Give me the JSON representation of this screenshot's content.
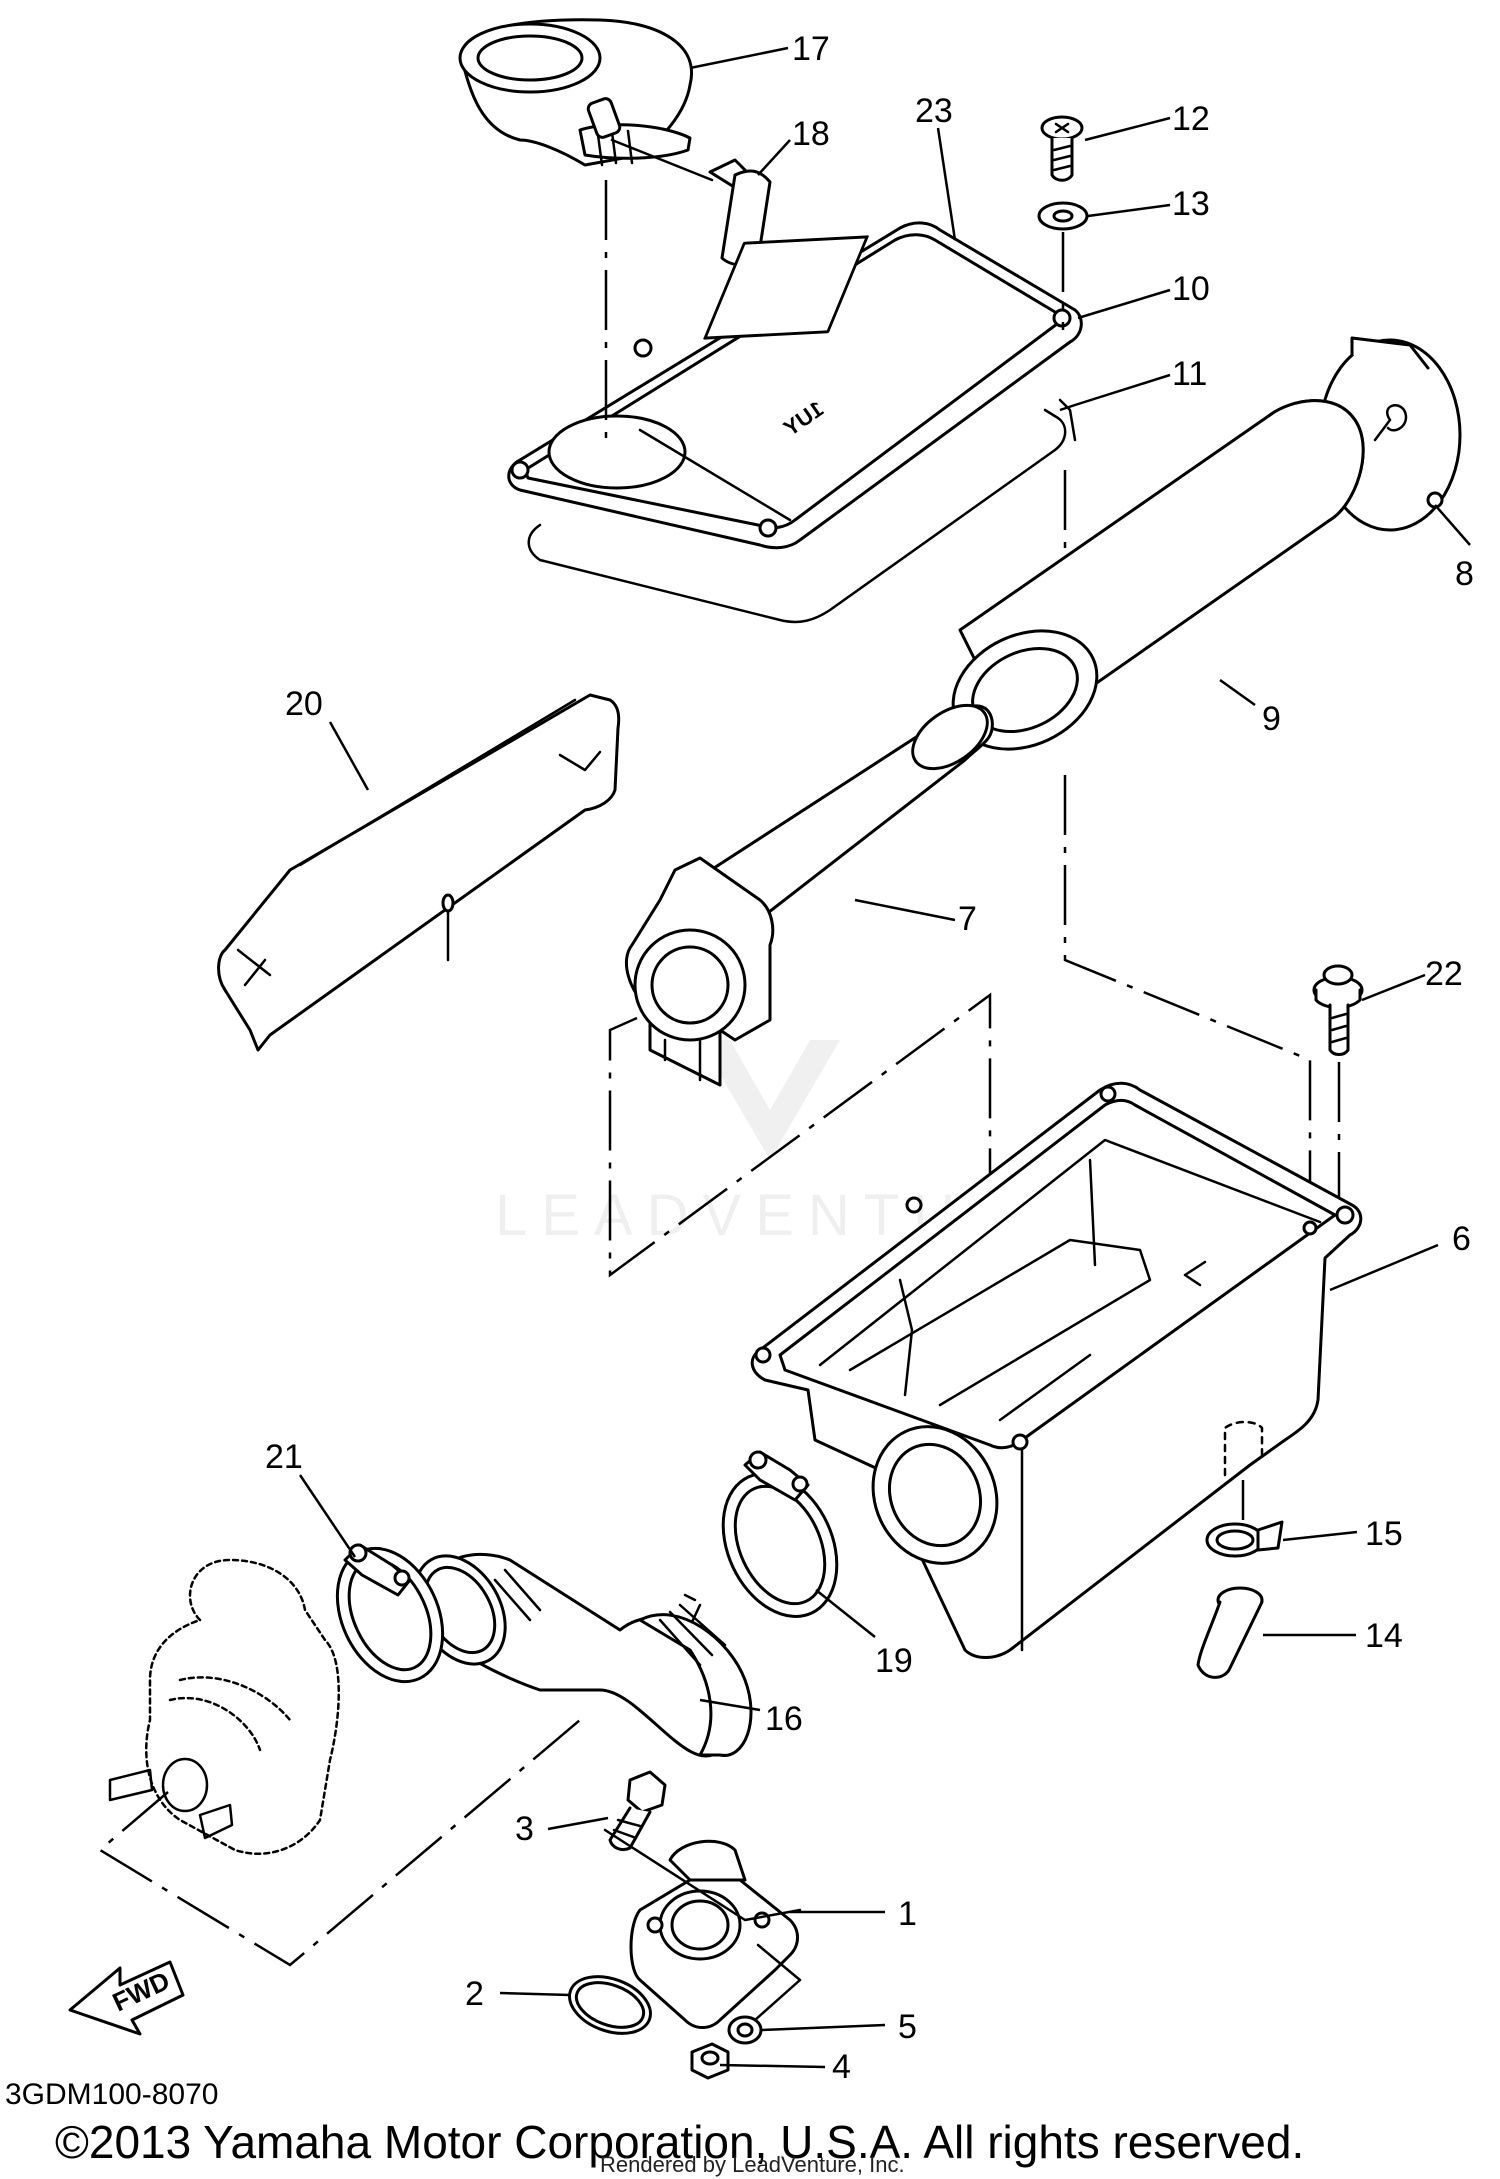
{
  "diagram": {
    "part_numbers": [
      "1",
      "2",
      "3",
      "4",
      "5",
      "6",
      "7",
      "8",
      "9",
      "10",
      "11",
      "12",
      "13",
      "14",
      "15",
      "16",
      "17",
      "18",
      "19",
      "20",
      "21",
      "22",
      "23"
    ],
    "diagram_code": "3GDM100-8070",
    "copyright": "©2013 Yamaha Motor Corporation, U.S.A. All rights reserved.",
    "rendered_by": "Rendered by LeadVenture, Inc.",
    "watermark": "LEADVENTURE",
    "fwd_label": "FWD",
    "cover_emboss": "1UY",
    "colors": {
      "line": "#000000",
      "background": "#ffffff"
    }
  }
}
